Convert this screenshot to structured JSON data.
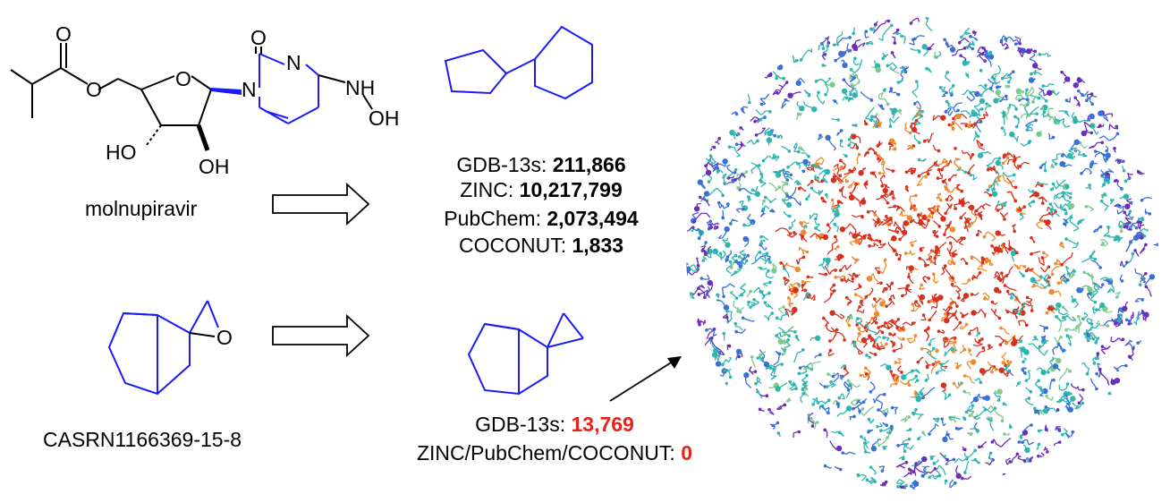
{
  "molecule_top": {
    "name": "molnupiravir",
    "atoms": {
      "o_carbonyl": "O",
      "o_ester": "O",
      "o_ring": "O",
      "n1": "N",
      "n3": "N",
      "o_c2": "O",
      "nh": "NH",
      "oh_n": "OH",
      "ho_3": "HO",
      "oh_2": "OH"
    }
  },
  "counts_top": [
    {
      "label": "GDB-13s: ",
      "value": "211,866"
    },
    {
      "label": "ZINC: ",
      "value": "10,217,799"
    },
    {
      "label": "PubChem: ",
      "value": "2,073,494"
    },
    {
      "label": "COCONUT: ",
      "value": "1,833"
    }
  ],
  "molecule_bottom": {
    "name": "CASRN1166369-15-8",
    "atoms": {
      "o_epoxide": "O"
    }
  },
  "counts_bottom": [
    {
      "label": "GDB-13s: ",
      "value": "13,769"
    },
    {
      "label": "ZINC/PubChem/COCONUT: ",
      "value": "0"
    }
  ],
  "colors": {
    "scaffold": "#1a1aff",
    "highlight_red": "#e8221b",
    "tmap_palette": [
      "#d6311f",
      "#ef8b2c",
      "#2fb5b0",
      "#3a6fd6",
      "#6a2fb8",
      "#7fc98f"
    ]
  }
}
